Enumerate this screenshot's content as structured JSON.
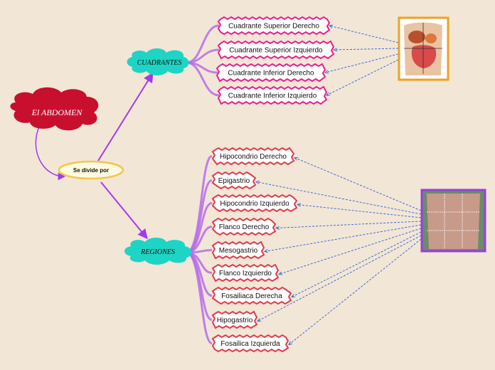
{
  "root": {
    "label": "El ABDOMEN"
  },
  "connector": {
    "label": "Se divide por"
  },
  "cuadrantes": {
    "label": "CUADRANTES",
    "items": [
      "Cuadrante Superior Derecho",
      "Cuadrante Superior Izquierdo",
      "Cuadrante Inferior Derecho",
      "Cuadrante Inferior Izquierdo"
    ]
  },
  "regiones": {
    "label": "REGIONES",
    "items": [
      "Hipocondrio Derecho",
      "Epigastrio",
      "Hipocondrio Izquierdo",
      "Flanco Derecho",
      "Mesogastrio",
      "Flanco Izquierdo",
      "Fosailiaca Derecha",
      "Hipogastrio",
      "Fosailica Izquierda"
    ]
  },
  "images": {
    "quadrants": "abdomen-quadrants-illustration",
    "regions": "abdomen-regions-illustration"
  },
  "colors": {
    "background": "#f2e6d6",
    "root_cloud": "#c8102e",
    "category_cloud": "#1ed4c4",
    "connector_fill": "#fffbe0",
    "connector_border": "#f4c64a",
    "branch_purple": "#a23be8",
    "quad_border": "#e81e8c",
    "region_border": "#e03a4a",
    "dashed_arrow": "#2f5fd6",
    "quad_frame": "#f0a020",
    "region_frame": "#9a3de0"
  }
}
